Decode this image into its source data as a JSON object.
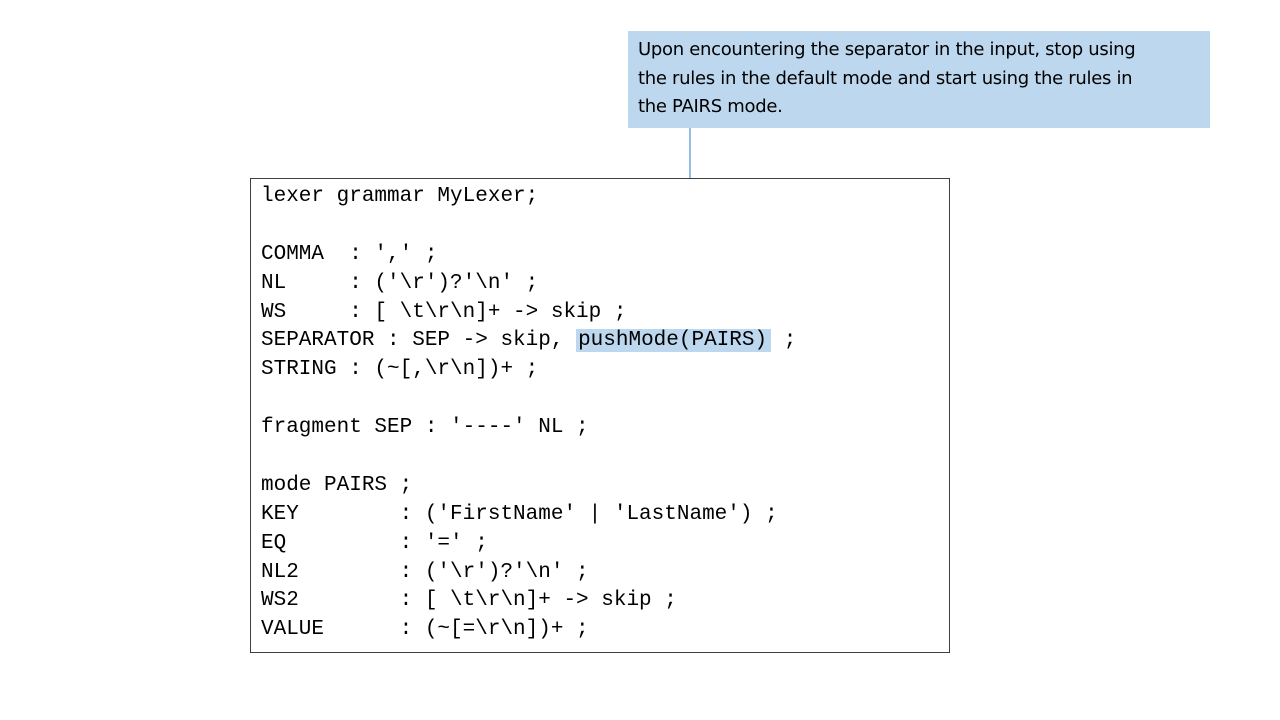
{
  "callout": {
    "lines": [
      "Upon encountering the separator in the input, stop using",
      "the rules in the default mode and start using the rules in",
      "the PAIRS mode."
    ]
  },
  "code": {
    "lines": [
      "lexer grammar MyLexer;",
      "",
      "COMMA  : ',' ;",
      "NL     : ('\\r')?'\\n' ;",
      "WS     : [ \\t\\r\\n]+ -> skip ;",
      "SEPARATOR : SEP -> skip, ",
      "STRING : (~[,\\r\\n])+ ;",
      "",
      "fragment SEP : '----' NL ;",
      "",
      "mode PAIRS ;",
      "KEY        : ('FirstName' | 'LastName') ;",
      "EQ         : '=' ;",
      "NL2        : ('\\r')?'\\n' ;",
      "WS2        : [ \\t\\r\\n]+ -> skip ;",
      "VALUE      : (~[=\\r\\n])+ ;"
    ],
    "highlight": {
      "text": "pushMode(PAIRS)",
      "after": " ;"
    }
  },
  "colors": {
    "callout_bg": "#bdd7ee",
    "highlight_bg": "#bdd7ee",
    "arrow": "#5b9bd5",
    "box_border": "#3f3f3f"
  }
}
